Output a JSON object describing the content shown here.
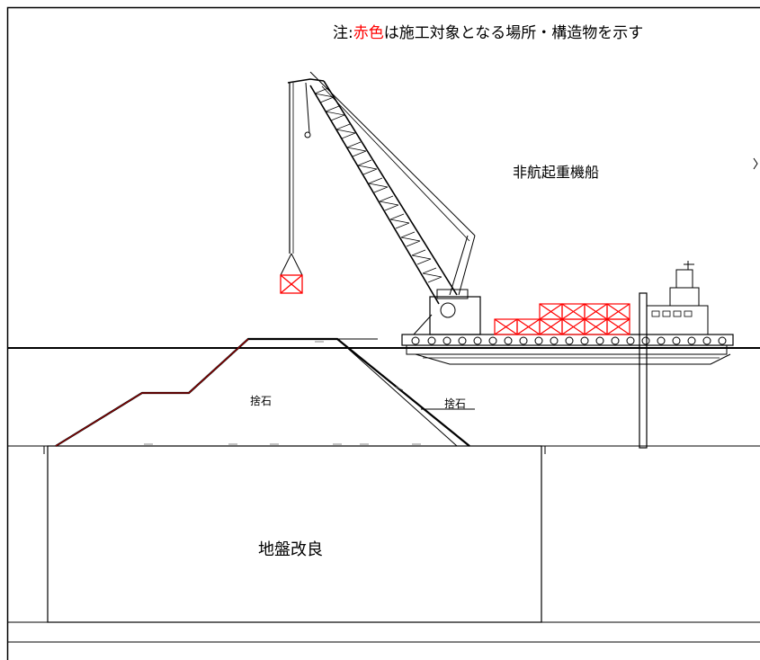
{
  "note": {
    "prefix": "注:",
    "highlight": "赤色",
    "suffix": "は施工対象となる場所・構造物を示す"
  },
  "labels": {
    "vessel": "非航起重機船",
    "rubble_mound": "捨石",
    "rubble_slope": "捨石",
    "ground_improvement": "地盤改良"
  },
  "colors": {
    "construction_target": "#ff0000",
    "line": "#000000",
    "background": "#ffffff"
  }
}
